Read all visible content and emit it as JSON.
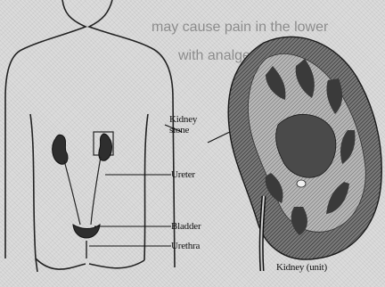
{
  "labels": {
    "kidney_stone": "Kidney\nstone",
    "ureter": "Ureter",
    "bladder": "Bladder",
    "urethra": "Urethra",
    "kidney_unit": "Kidney (unit)"
  },
  "bleed_through_text": [
    "may cause pain in the lower",
    "with analgesic"
  ],
  "colors": {
    "ink": "#111111",
    "paper": "#dcdcdc",
    "kidney_dark": "#3a3a3a",
    "kidney_mid": "#6a6a6a"
  }
}
